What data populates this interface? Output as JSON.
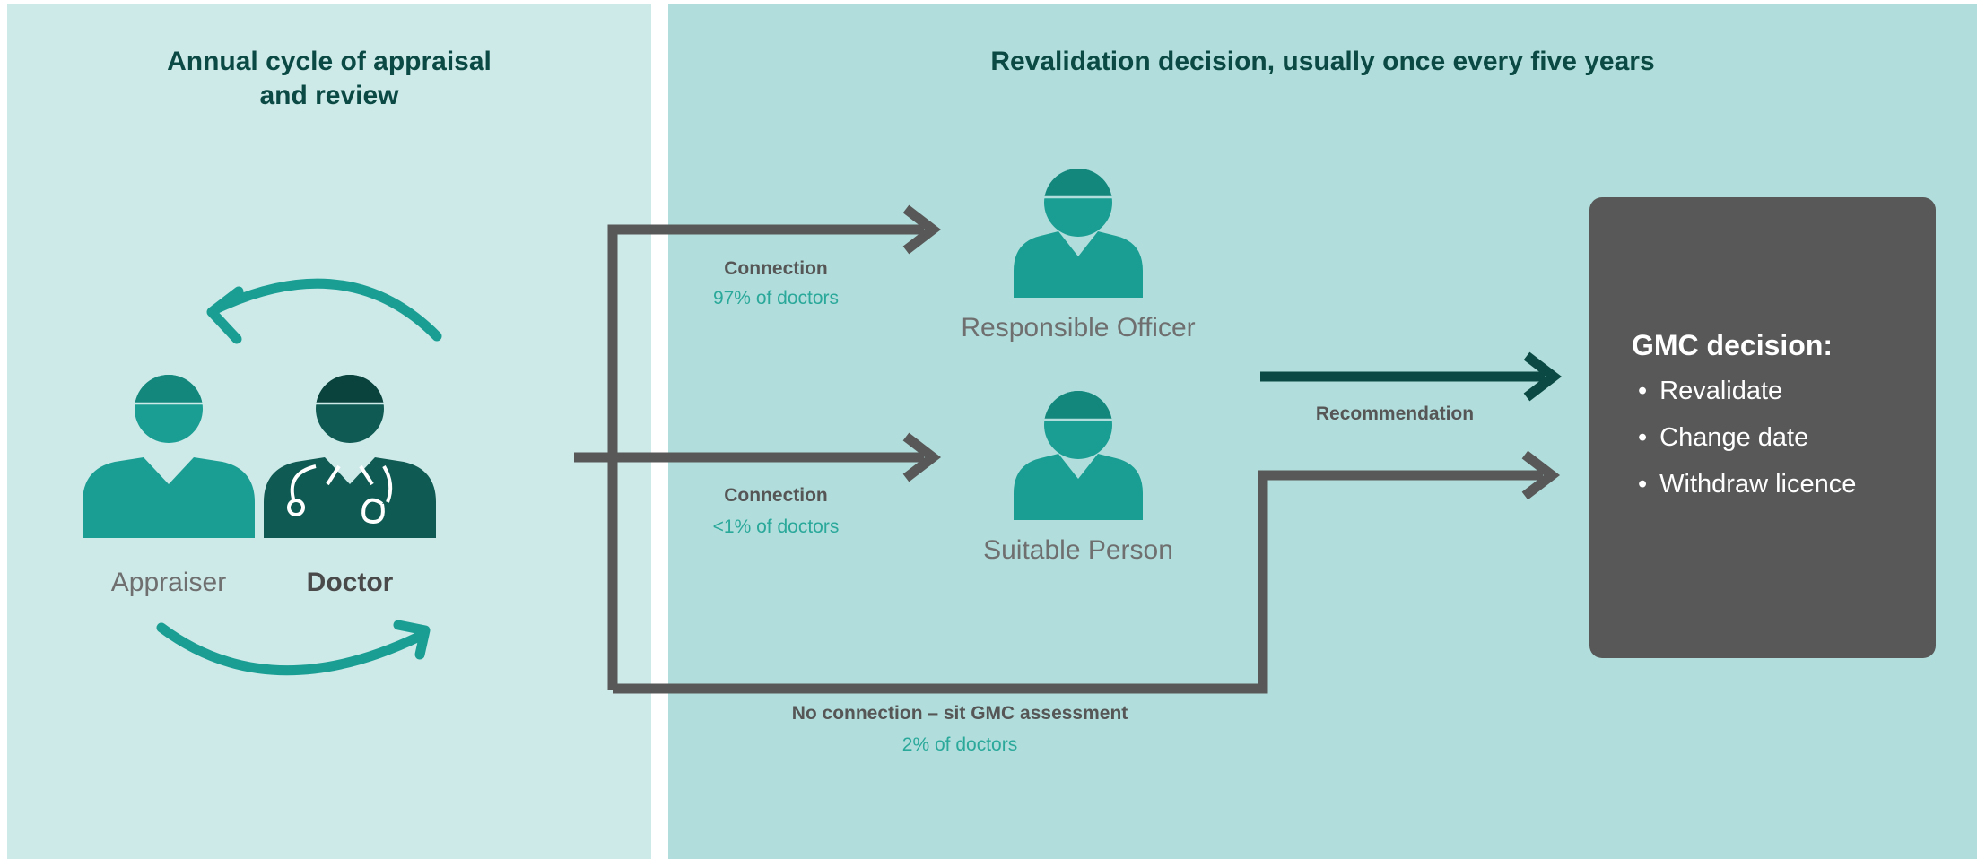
{
  "headings": {
    "annual": [
      "Annual cycle of appraisal",
      "and review"
    ],
    "revalidation": "Revalidation decision, usually once every five years"
  },
  "people": {
    "appraiser": "Appraiser",
    "doctor": "Doctor",
    "responsible_officer": "Responsible Officer",
    "suitable_person": "Suitable Person"
  },
  "connections": {
    "ro": {
      "label": "Connection",
      "share": "97% of doctors"
    },
    "sp": {
      "label": "Connection",
      "share": "<1% of doctors"
    },
    "none": {
      "label": "No connection – sit GMC assessment",
      "share": "2% of doctors"
    }
  },
  "recommendation": "Recommendation",
  "gmc": {
    "title": "GMC decision:",
    "options": [
      "Revalidate",
      "Change date",
      "Withdraw licence"
    ]
  },
  "colors": {
    "left_panel": "#cde9e8",
    "right_panel": "#b1dedc",
    "teal": "#1a9e93",
    "dark_teal": "#0b4a44",
    "arrow_grey": "#585858",
    "gmc_box": "#585858"
  },
  "icons": {
    "appraiser": "person-icon",
    "doctor": "doctor-stethoscope-icon",
    "responsible_officer": "person-icon",
    "suitable_person": "person-icon"
  }
}
